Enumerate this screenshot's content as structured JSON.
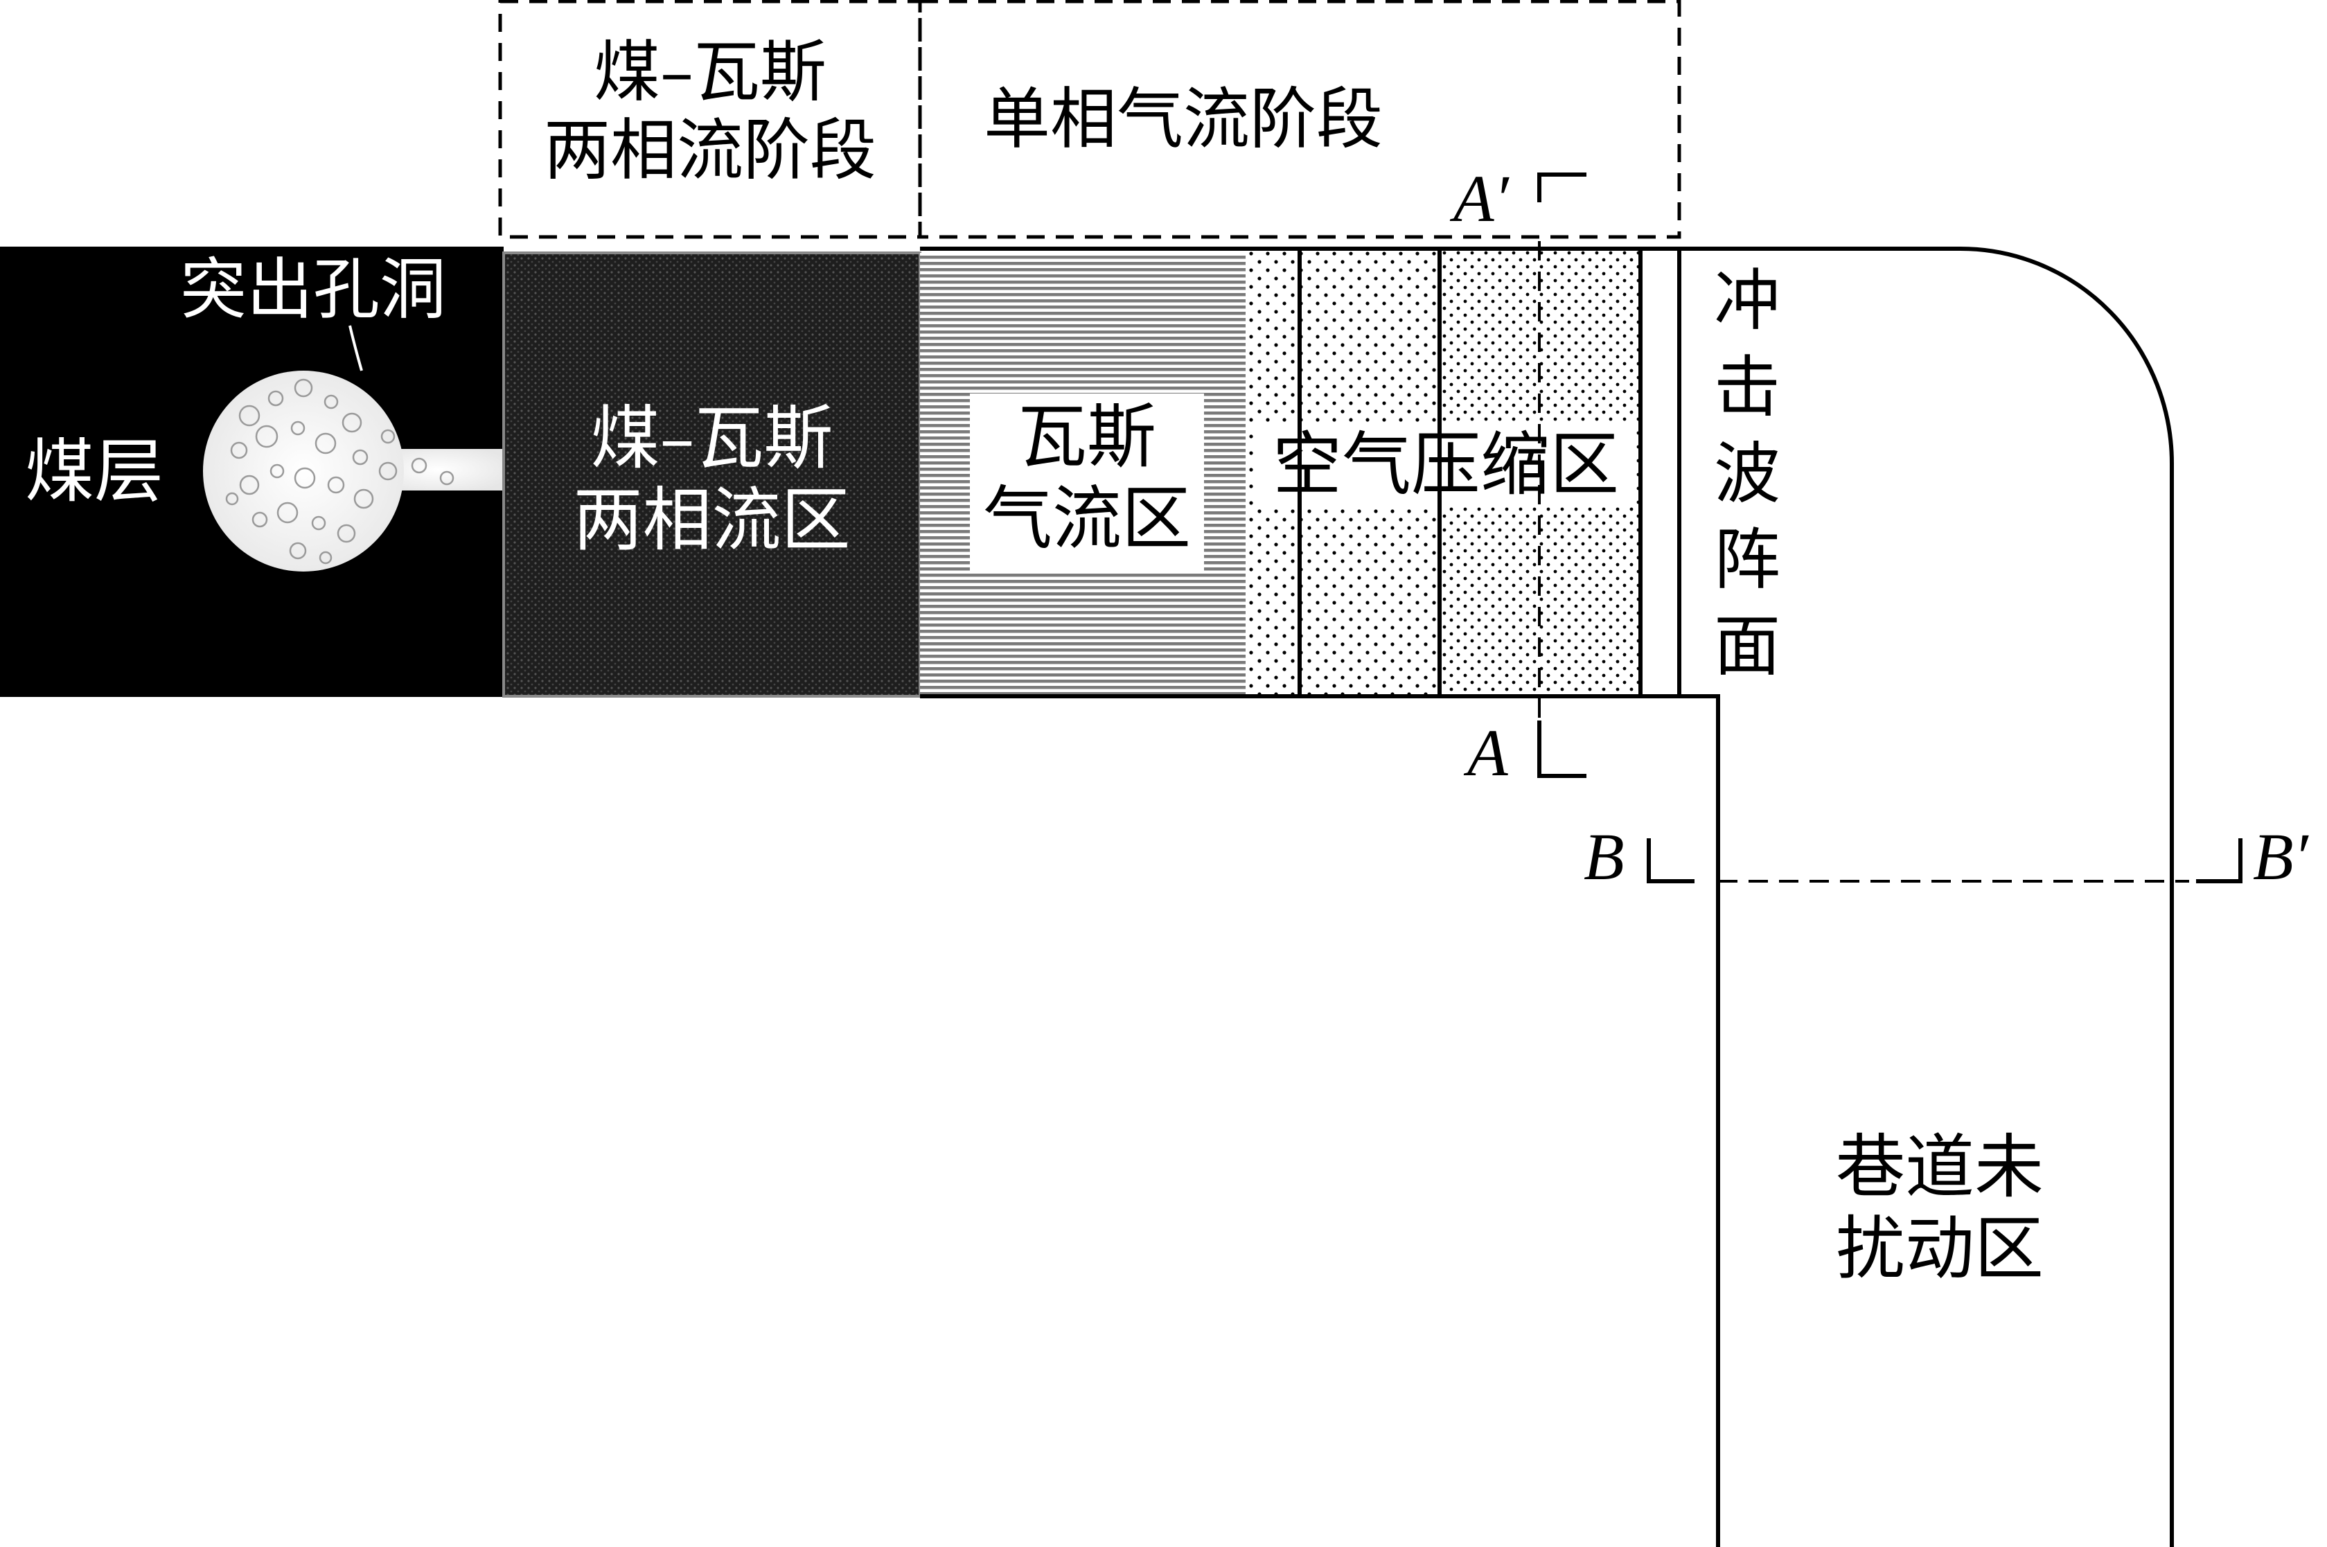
{
  "stages": {
    "two_phase_stage_line1": "煤–瓦斯",
    "two_phase_stage_line2": "两相流阶段",
    "single_phase_stage": "单相气流阶段"
  },
  "regions": {
    "coal_seam": "煤层",
    "outburst_cavity": "突出孔洞",
    "two_phase_zone_line1": "煤–瓦斯",
    "two_phase_zone_line2": "两相流区",
    "gas_flow_zone_line1": "瓦斯",
    "gas_flow_zone_line2": "气流区",
    "air_compression_zone": "空气压缩区",
    "shock_front": [
      "冲",
      "击",
      "波",
      "阵",
      "面"
    ],
    "undisturbed_zone_line1": "巷道未",
    "undisturbed_zone_line2": "扰动区"
  },
  "section_markers": {
    "a_prime": "A′",
    "a": "A",
    "b": "B",
    "b_prime": "B′"
  },
  "colors": {
    "coal_seam_fill": "#000000",
    "two_phase_fill": "#1a1a1a",
    "gas_flow_hatch": "#777777",
    "compression_dots": "#000000",
    "line": "#000000"
  },
  "icons": {
    "cavity": "bubble-filled-cavity-icon"
  }
}
